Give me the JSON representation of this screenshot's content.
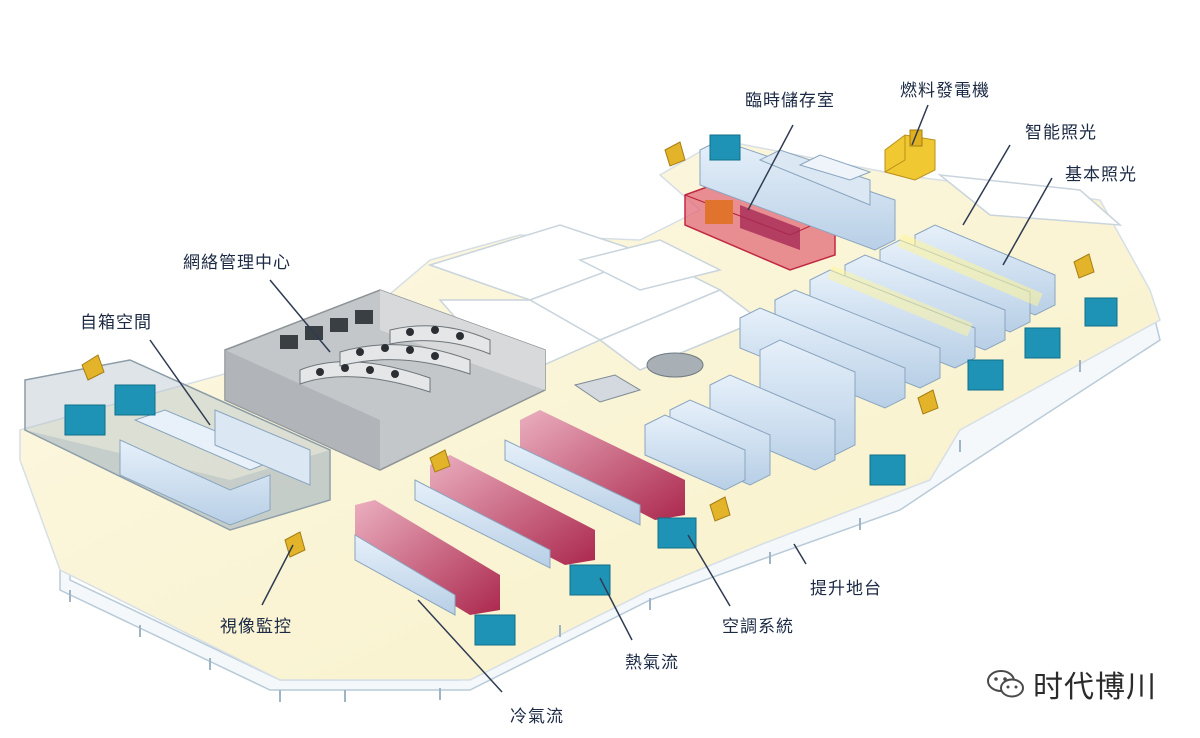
{
  "labels": {
    "temp_storage": "臨時儲存室",
    "fuel_generator": "燃料發電機",
    "smart_lighting": "智能照光",
    "basic_lighting": "基本照光",
    "network_center": "網絡管理中心",
    "self_space": "自箱空間",
    "video_monitor": "視像監控",
    "raised_floor": "提升地台",
    "ac_system": "空調系統",
    "hot_air": "熱氣流",
    "cold_air": "冷氣流"
  },
  "watermark": {
    "text": "时代博川",
    "icon": "wechat-icon"
  },
  "colors": {
    "floor": "#fbf6d8",
    "rack": "#cfe0f2",
    "ac_unit": "#1f93b5",
    "hot_air": "#b01a4a",
    "storage": "#d9324a",
    "generator": "#e8b82a",
    "camera": "#e3b32a"
  }
}
